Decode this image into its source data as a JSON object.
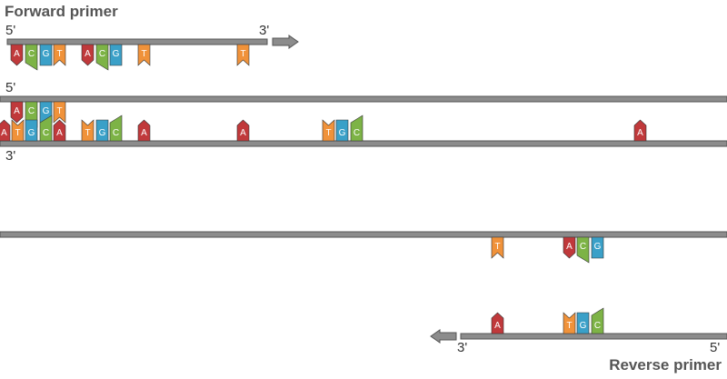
{
  "labels": {
    "forward_primer": "Forward primer",
    "reverse_primer": "Reverse primer",
    "five_prime": "5'",
    "three_prime": "3'"
  },
  "colors": {
    "A": "#c0393b",
    "C": "#7db346",
    "G": "#3aa0c8",
    "T": "#f0923a",
    "strand": "#8c8c8c",
    "outline": "#555555"
  },
  "sequences": {
    "forward_primer": "ACGT ACG  T      T",
    "template_top": "ACGT",
    "template_bottom": "ATGCA TGC A A TGC A",
    "lower_strand": "T ACG",
    "reverse_primer": "A TGC"
  }
}
